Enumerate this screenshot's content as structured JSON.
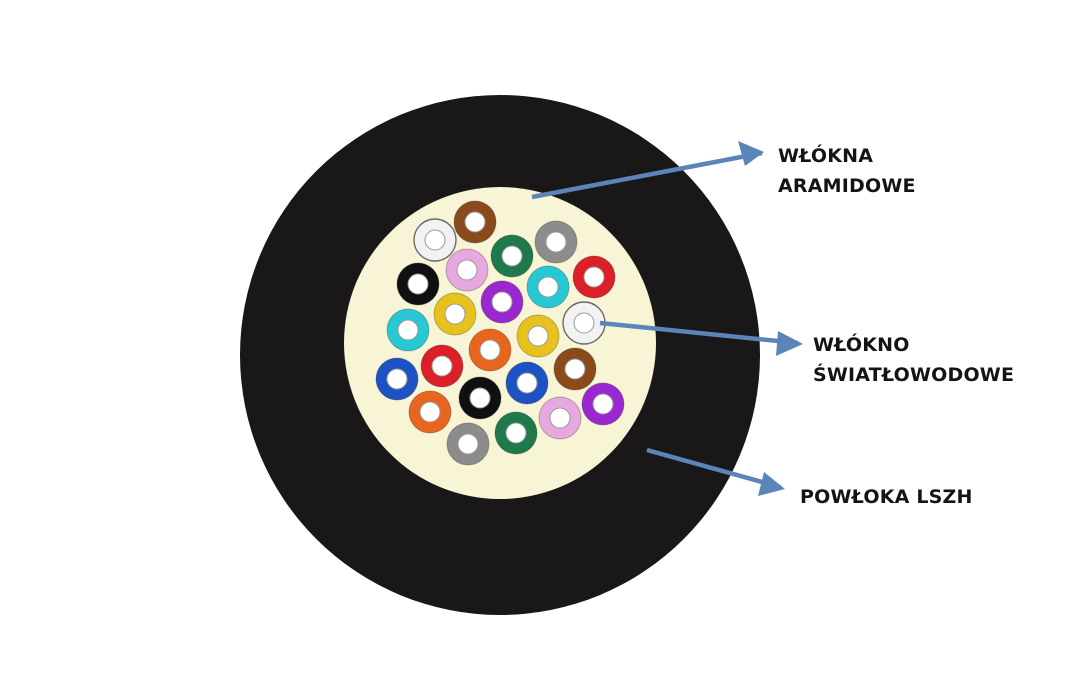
{
  "labels": {
    "aramid_line1": "WŁÓKNA",
    "aramid_line2": "ARAMIDOWE",
    "fiber_line1": "WŁÓKNO",
    "fiber_line2": "ŚWIATŁOWODOWE",
    "jacket": "POWŁOKA LSZH"
  },
  "colors": {
    "jacket": "#1a1718",
    "aramid_core": "#f7f5d6",
    "arrow": "#5b84b8",
    "fiber_core": "#ffffff",
    "tube_palette": {
      "white": "#f2f2f2",
      "brown": "#8a4a1c",
      "green": "#1e7a4a",
      "gray": "#8c8c8c",
      "black": "#101010",
      "pink": "#e6a8de",
      "cyan": "#26c9d3",
      "red": "#dd1f2a",
      "yellow": "#e8c21c",
      "violet": "#9a27d0",
      "orange": "#e8651e",
      "blue": "#1d52c4"
    }
  },
  "fiber_tubes": [
    "white",
    "brown",
    "green",
    "gray",
    "black",
    "pink",
    "cyan",
    "red",
    "yellow",
    "violet",
    "white",
    "cyan",
    "red",
    "orange",
    "yellow",
    "blue",
    "black",
    "blue",
    "brown",
    "orange",
    "green",
    "pink",
    "violet",
    "gray"
  ]
}
